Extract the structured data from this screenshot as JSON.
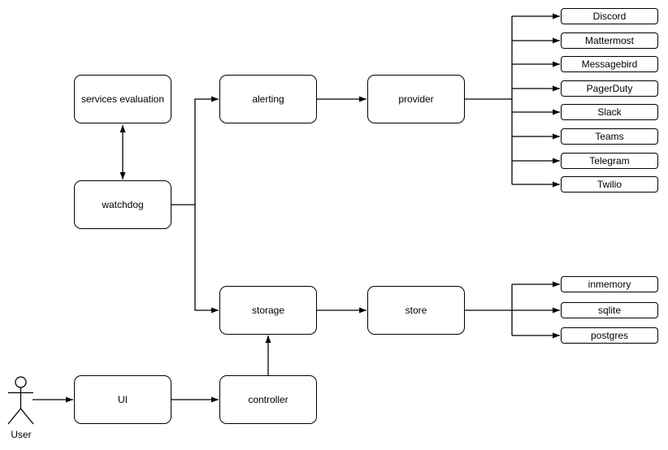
{
  "diagram": {
    "background_color": "#ffffff",
    "stroke_color": "#000000",
    "nodes": {
      "services_evaluation": {
        "label": "services evaluation"
      },
      "watchdog": {
        "label": "watchdog"
      },
      "alerting": {
        "label": "alerting"
      },
      "provider": {
        "label": "provider"
      },
      "storage": {
        "label": "storage"
      },
      "store": {
        "label": "store"
      },
      "ui": {
        "label": "UI"
      },
      "controller": {
        "label": "controller"
      }
    },
    "providers": {
      "items": [
        "Discord",
        "Mattermost",
        "Messagebird",
        "PagerDuty",
        "Slack",
        "Teams",
        "Telegram",
        "Twilio"
      ]
    },
    "stores": {
      "items": [
        "inmemory",
        "sqlite",
        "postgres"
      ]
    },
    "actor": {
      "label": "User"
    }
  }
}
